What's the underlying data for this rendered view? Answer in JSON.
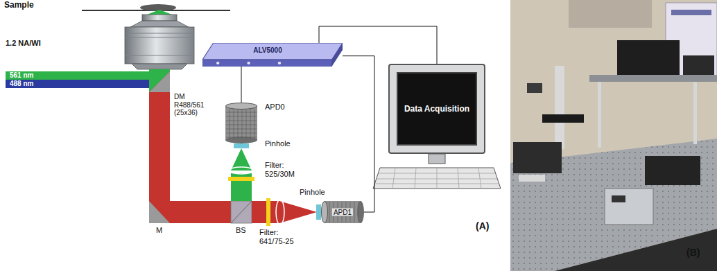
{
  "diagram": {
    "nodes": [
      {
        "text": [
          "ALV5000"
        ]
      },
      {
        "text": [
          "APD0"
        ]
      },
      {
        "text": [
          "APD1"
        ]
      },
      {
        "text": [
          "Data Acquisition"
        ]
      }
    ],
    "edges": [
      {
        "from": 0,
        "to": 1,
        "arrow": "none"
      },
      {
        "from": 0,
        "to": 2,
        "arrow": "none"
      },
      {
        "from": 0,
        "to": 3,
        "arrow": "none"
      }
    ],
    "labels": [
      "Sample",
      "1.2 NA/WI",
      "561 nm",
      "488 nm",
      "DM R488/561 (25x36)",
      "Pinhole",
      "Filter: 525/30M",
      "M",
      "BS",
      "Filter: 641/75-25",
      "Pinhole",
      "(A)",
      "(B)"
    ]
  }
}
